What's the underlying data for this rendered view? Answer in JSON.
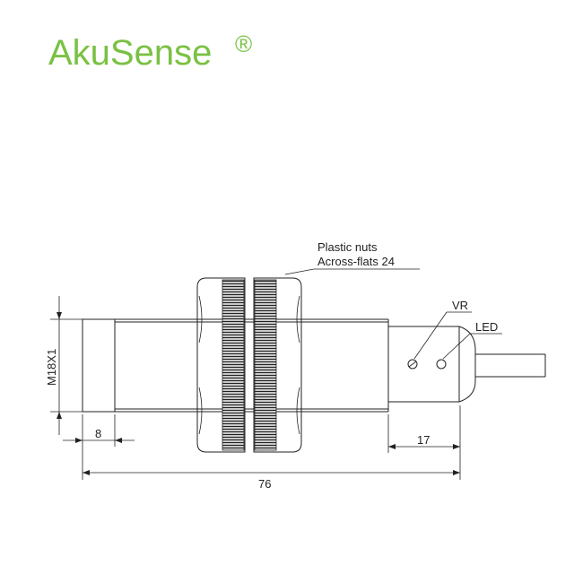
{
  "brand": {
    "name": "AkuSense",
    "registered": "®",
    "color": "#7ac143"
  },
  "drawing": {
    "callout_nuts_line1": "Plastic nuts",
    "callout_nuts_line2": "Across-flats 24",
    "label_vr": "VR",
    "label_led": "LED",
    "thread_label": "M18X1",
    "dim_front": "8",
    "dim_rear": "17",
    "dim_total": "76"
  }
}
